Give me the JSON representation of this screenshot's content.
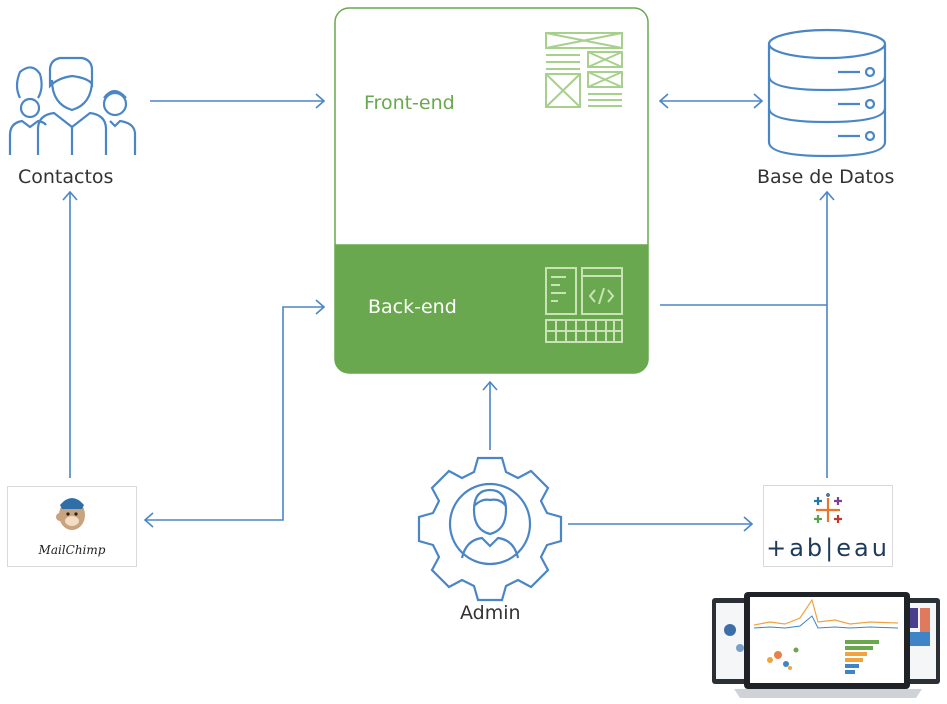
{
  "nodes": {
    "contacts": "Contactos",
    "frontend": "Front-end",
    "backend": "Back-end",
    "database": "Base de Datos",
    "admin": "Admin",
    "mailchimp": "MailChimp",
    "tableau": "+ab|eau"
  },
  "colors": {
    "line": "#4a86c5",
    "green": "#6aa84f",
    "green_light": "#a8d08d"
  },
  "icons": {
    "contacts": "people-group-icon",
    "database": "database-icon",
    "admin": "admin-gear-icon",
    "frontend": "wireframe-layout-icon",
    "backend": "code-editor-icon",
    "mailchimp": "mailchimp-logo",
    "tableau": "tableau-logo",
    "dashboard": "dashboard-laptops-image"
  }
}
